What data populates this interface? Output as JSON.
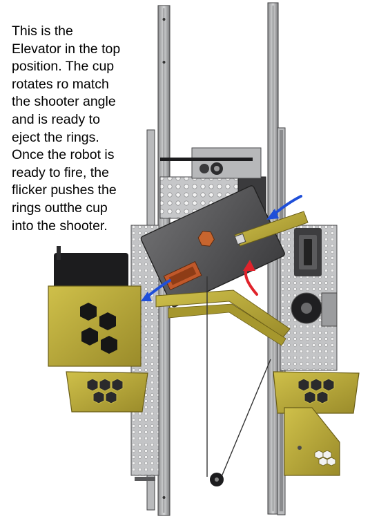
{
  "caption": {
    "lines": [
      "This is the",
      "Elevator in the top",
      "position. The cup",
      "rotates ro match",
      "the shooter angle",
      "and is ready to",
      "eject the rings.",
      "Once the robot is",
      "ready to fire, the",
      "flicker pushes the",
      "rings outthe cup",
      "into the shooter."
    ]
  },
  "colors": {
    "metal_light": "#c9cacb",
    "metal_mid": "#8d8e90",
    "metal_dark": "#4b4b4d",
    "gold": "#b8a93a",
    "gold_dark": "#7d7020",
    "cup": "#59595b",
    "flicker_orange": "#c0582a",
    "arrow_blue": "#1f4fd9",
    "arrow_red": "#e0232b",
    "black": "#141414"
  },
  "icons": [
    "blue-arrow-icon",
    "red-curved-arrow-icon"
  ]
}
